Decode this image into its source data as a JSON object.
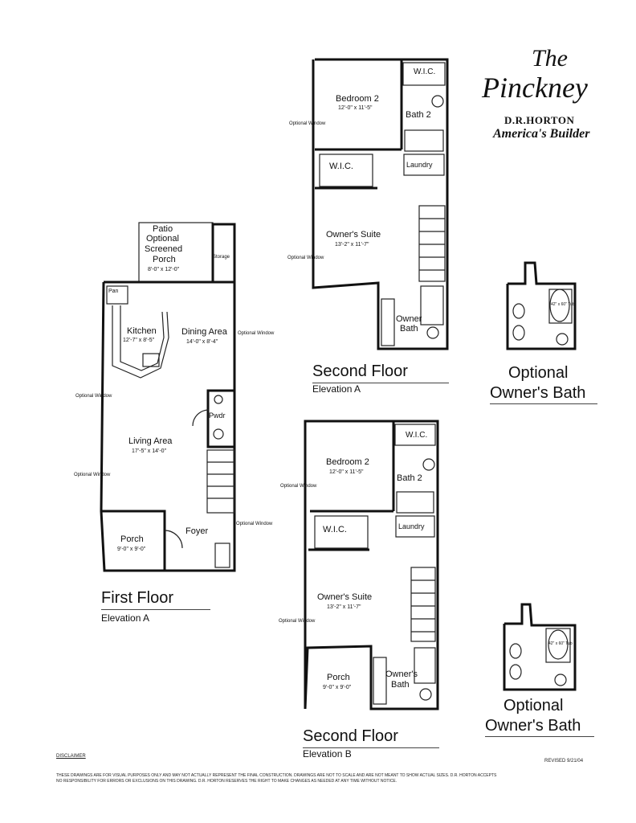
{
  "brand": {
    "the": "The",
    "name": "Pinckney",
    "company": "D.R.HORTON",
    "tagline": "America's Builder"
  },
  "first_floor": {
    "title": "First Floor",
    "elevation": "Elevation A",
    "rooms": {
      "patio_1": "Patio",
      "patio_2": "Optional",
      "patio_3": "Screened",
      "patio_4": "Porch",
      "patio_dim": "8'-0\" x 12'-0\"",
      "storage": "Storage",
      "pantry": "Pan",
      "kitchen": "Kitchen",
      "kitchen_dim": "12'-7\" x 8'-5\"",
      "dining": "Dining Area",
      "dining_dim": "14'-0\" x 8'-4\"",
      "living": "Living Area",
      "living_dim": "17'-5\" x 14'-0\"",
      "powder": "Pwdr",
      "porch": "Porch",
      "porch_dim": "9'-0\" x 9'-0\"",
      "foyer": "Foyer"
    },
    "windows": {
      "w1": "Optional Window",
      "w2": "Optional Window",
      "w3": "Optional Window",
      "w4": "Optional Window"
    }
  },
  "second_floor_a": {
    "title": "Second Floor",
    "elevation": "Elevation A",
    "rooms": {
      "wic_top": "W.I.C.",
      "bedroom2": "Bedroom 2",
      "bedroom2_dim": "12'-0\" x 11'-5\"",
      "bath2": "Bath 2",
      "wic": "W.I.C.",
      "laundry": "Laundry",
      "owners_suite": "Owner's Suite",
      "owners_suite_dim": "13'-2\" x 11'-7\"",
      "owner_bath_1": "Owner",
      "owner_bath_2": "Bath"
    },
    "windows": {
      "w1": "Optional Window",
      "w2": "Optional Window"
    }
  },
  "second_floor_b": {
    "title": "Second Floor",
    "elevation": "Elevation B",
    "rooms": {
      "wic_top": "W.I.C.",
      "bedroom2": "Bedroom 2",
      "bedroom2_dim": "12'-0\" x 11'-5\"",
      "bath2": "Bath 2",
      "wic": "W.I.C.",
      "laundry": "Laundry",
      "owners_suite": "Owner's Suite",
      "owners_suite_dim": "13'-2\" x 11'-7\"",
      "porch": "Porch",
      "porch_dim": "9'-0\" x 9'-0\"",
      "owner_bath_1": "Owner's",
      "owner_bath_2": "Bath"
    },
    "windows": {
      "w1": "Optional Window",
      "w2": "Optional Window"
    }
  },
  "optional_bath_1": {
    "line1": "Optional",
    "line2": "Owner's Bath",
    "tub": "42\" x 60\" Tub"
  },
  "optional_bath_2": {
    "line1": "Optional",
    "line2": "Owner's Bath",
    "tub": "42\" x 60\" Tub"
  },
  "footer": {
    "disclaimer_title": "DISCLAIMER",
    "revised": "REVISED 9/21/04",
    "disclaimer_line1": "THESE DRAWINGS ARE FOR VISUAL PURPOSES ONLY AND MAY NOT ACTUALLY REPRESENT THE FINAL CONSTRUCTION. DRAWINGS ARE NOT TO SCALE AND ARE NOT MEANT TO SHOW ACTUAL SIZES. D.R. HORTON ACCEPTS",
    "disclaimer_line2": "NO RESPONSIBILITY FOR ERRORS OR EXCLUSIONS ON THIS DRAWING. D.R. HORTON RESERVES THE RIGHT TO MAKE CHANGES AS NEEDED AT ANY TIME WITHOUT NOTICE."
  }
}
